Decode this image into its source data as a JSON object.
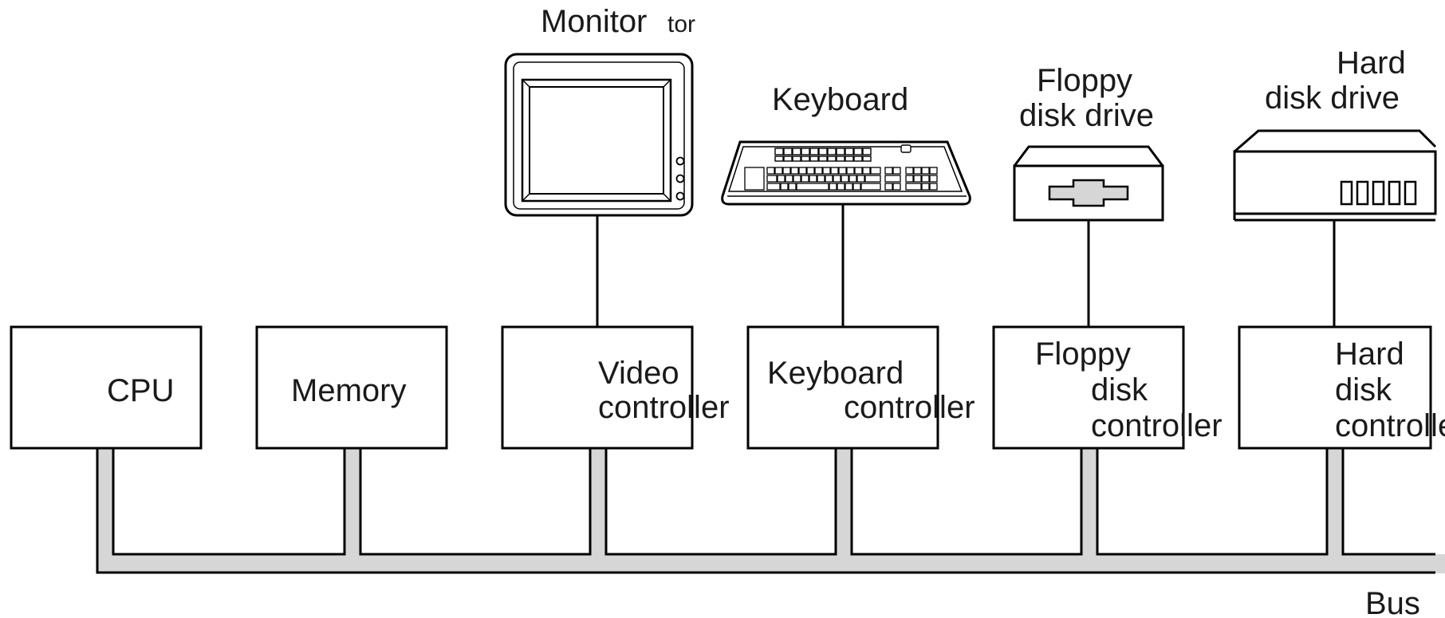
{
  "controllers": {
    "cpu": "CPU",
    "memory": "Memory",
    "video": [
      "Video",
      "controller"
    ],
    "keyboard": [
      "Keyboard",
      "controller"
    ],
    "floppy": [
      "Floppy",
      "disk",
      "controller"
    ],
    "hard": [
      "Hard",
      "disk",
      "controller"
    ]
  },
  "devices": {
    "monitor": [
      "Monitor",
      "tor"
    ],
    "keyboard": [
      "Keyboard"
    ],
    "floppy": [
      "Floppy",
      "disk drive"
    ],
    "hard": [
      "Hard",
      "disk drive"
    ]
  },
  "bus": "Bus"
}
